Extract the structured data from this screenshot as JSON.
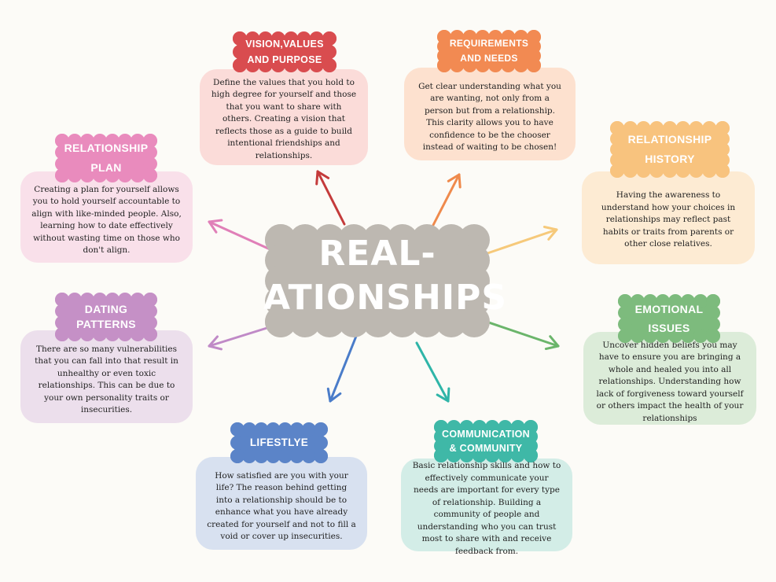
{
  "center": {
    "line1": "REAL-",
    "line2": "ATIONSHIPS",
    "color": "#bdb8b1"
  },
  "nodes": [
    {
      "id": "vision",
      "title_l1": "VISION,VALUES",
      "title_l2": "AND PURPOSE",
      "tag_color": "#d94c4f",
      "box_color": "#fbdcd9",
      "arrow_color": "#c43b3b",
      "text": "Define the values that you hold to high degree for yourself and those that you want to share with others. Creating a vision that reflects those as a guide to build intentional friendships and relationships."
    },
    {
      "id": "requirements",
      "title_l1": "REQUIREMENTS",
      "title_l2": "AND NEEDS",
      "tag_color": "#f28a52",
      "box_color": "#fde1cf",
      "arrow_color": "#ef8a4c",
      "text": "Get clear understanding what you are wanting, not only from a person but from a relationship.  This clarity allows you to have confidence to be the chooser instead of waiting to be chosen!"
    },
    {
      "id": "history",
      "title_l1": "RELATIONSHIP",
      "title_l2": "HISTORY",
      "tag_color": "#f8c37e",
      "box_color": "#fdebd3",
      "arrow_color": "#f6c97a",
      "text": "Having the awareness to understand how your choices in relationships may reflect past habits or traits from parents or other close relatives."
    },
    {
      "id": "emotional",
      "title_l1": "EMOTIONAL",
      "title_l2": "ISSUES",
      "tag_color": "#7dbb7d",
      "box_color": "#dcecd9",
      "arrow_color": "#6bb56b",
      "text": "Uncover hidden beliefs you may have to ensure you are bringing a whole and healed you into all relationships. Understanding how lack of forgiveness toward yourself or others impact the health of your relationships"
    },
    {
      "id": "communication",
      "title_l1": "COMMUNICATION",
      "title_l2": "& COMMUNITY",
      "tag_color": "#3fb8a7",
      "box_color": "#d3ede7",
      "arrow_color": "#2fb5a8",
      "text": "Basic relationship skills and how to effectively communicate your needs are important for every type of relationship. Building a community of people and understanding who you can trust most to share with and receive feedback from."
    },
    {
      "id": "lifestyle",
      "title_l1": "LIFESTLYE",
      "title_l2": "",
      "tag_color": "#5b84c8",
      "box_color": "#d8e1f0",
      "arrow_color": "#4a7cc9",
      "text": "How satisfied are you with your life? The reason behind getting into a relationship should be to enhance what you have already created for yourself and not to fill a void or cover up insecurities."
    },
    {
      "id": "dating",
      "title_l1": "DATING",
      "title_l2": "PATTERNS",
      "tag_color": "#c590c6",
      "box_color": "#ecdfec",
      "arrow_color": "#c08ac7",
      "text": "There are so many vulnerabilities that you can fall into that result in unhealthy or even toxic relationships. This can be due to your own personality traits or insecurities."
    },
    {
      "id": "plan",
      "title_l1": "RELATIONSHIP",
      "title_l2": "PLAN",
      "tag_color": "#e98bbd",
      "box_color": "#f9e0ea",
      "arrow_color": "#e07fb8",
      "text": "Creating a plan for yourself allows you to hold yourself accountable to align with like-minded people. Also, learning how to date effectively without wasting time on those who don't align."
    }
  ]
}
